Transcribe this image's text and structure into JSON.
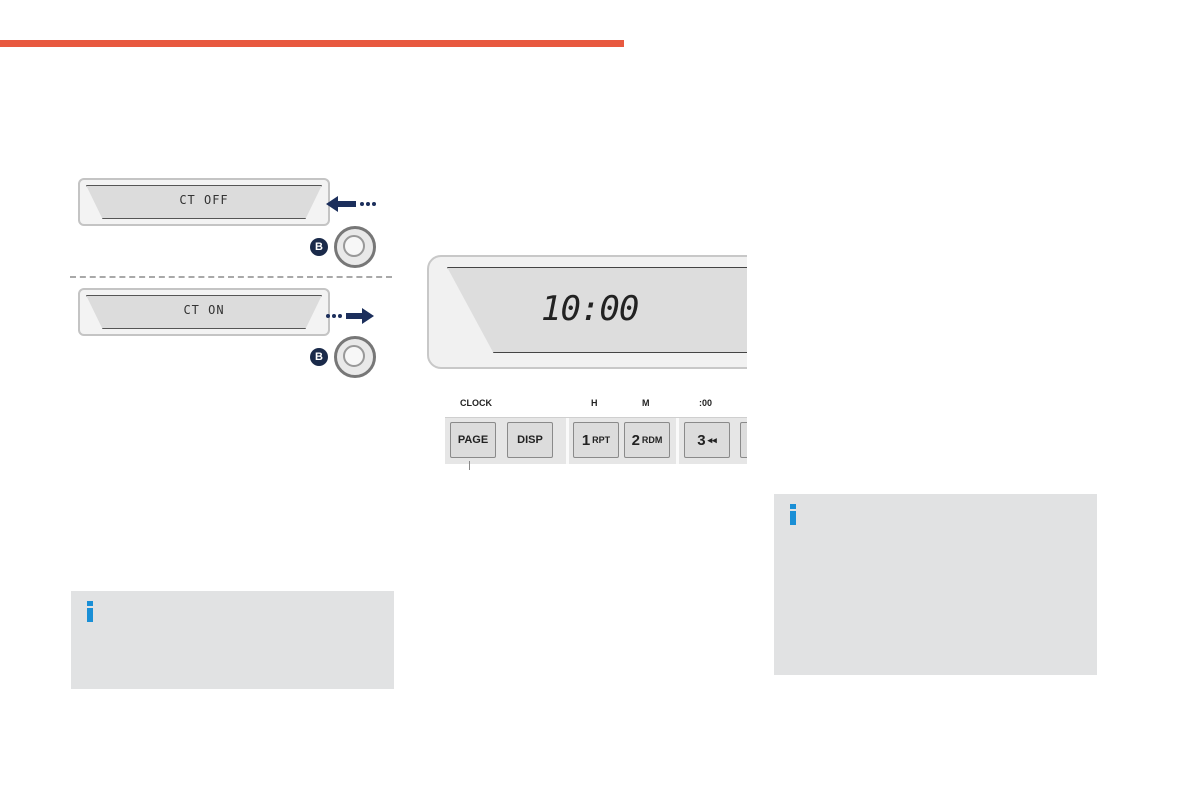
{
  "colors": {
    "accent_rule": "#e8593f",
    "info_icon": "#1a8fd6",
    "info_box_bg": "#e1e2e3"
  },
  "ct_illustration": {
    "off_display": "CT OFF",
    "on_display": "CT ON",
    "knob_badge": "B"
  },
  "clock_illustration": {
    "display_time": "10:00",
    "labels": {
      "clock": "CLOCK",
      "h": "H",
      "m": "M",
      "zero": ":00"
    },
    "buttons": [
      {
        "big": "",
        "text": "PAGE"
      },
      {
        "big": "",
        "text": "DISP"
      },
      {
        "big": "1",
        "text": "RPT"
      },
      {
        "big": "2",
        "text": "RDM"
      },
      {
        "big": "3",
        "text": "◂◂"
      }
    ]
  },
  "info_boxes": [
    {
      "icon": "info-icon"
    },
    {
      "icon": "info-icon"
    }
  ]
}
